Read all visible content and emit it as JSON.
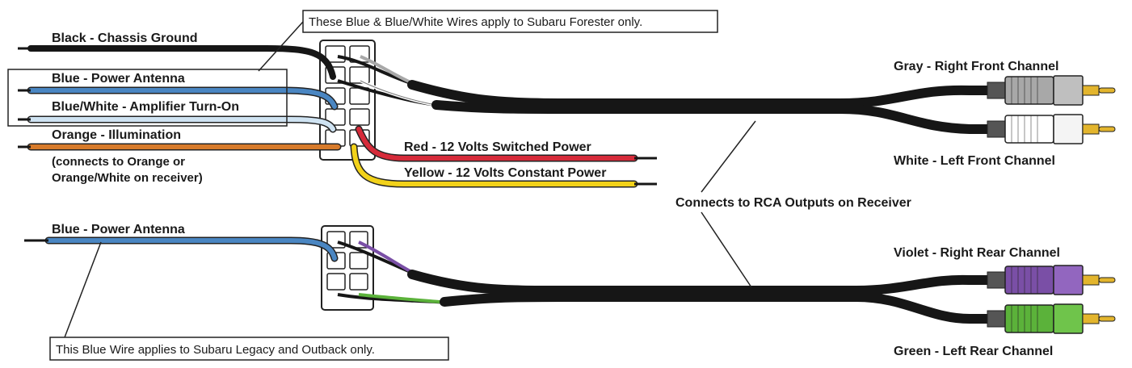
{
  "colors": {
    "black": "#161616",
    "blue": "#4a86c2",
    "blue_white": "#cfe3f2",
    "orange": "#d77a2a",
    "red": "#d62b3a",
    "yellow": "#f2d21a",
    "gray": "#a8a8a8",
    "white": "#ffffff",
    "violet": "#7a4fa6",
    "green": "#5bb23a",
    "gold": "#e3b52d"
  },
  "labels": {
    "black_ground": "Black - Chassis Ground",
    "blue_antenna_top": "Blue - Power Antenna",
    "blue_white_amp": "Blue/White - Amplifier Turn-On",
    "orange_illum": "Orange - Illumination",
    "orange_note_1": "(connects to Orange or",
    "orange_note_2": "Orange/White on receiver)",
    "red_switched": "Red - 12 Volts Switched Power",
    "yellow_constant": "Yellow - 12 Volts Constant Power",
    "gray_rf": "Gray - Right Front Channel",
    "white_lf": "White - Left Front Channel",
    "rca_outputs": "Connects to RCA Outputs on Receiver",
    "violet_rr": "Violet - Right Rear Channel",
    "green_lr": "Green - Left Rear Channel",
    "blue_antenna_bottom": "Blue - Power Antenna"
  },
  "notes": {
    "forester": "These Blue & Blue/White Wires apply to Subaru Forester only.",
    "legacy": "This Blue Wire applies to Subaru Legacy and Outback only."
  }
}
